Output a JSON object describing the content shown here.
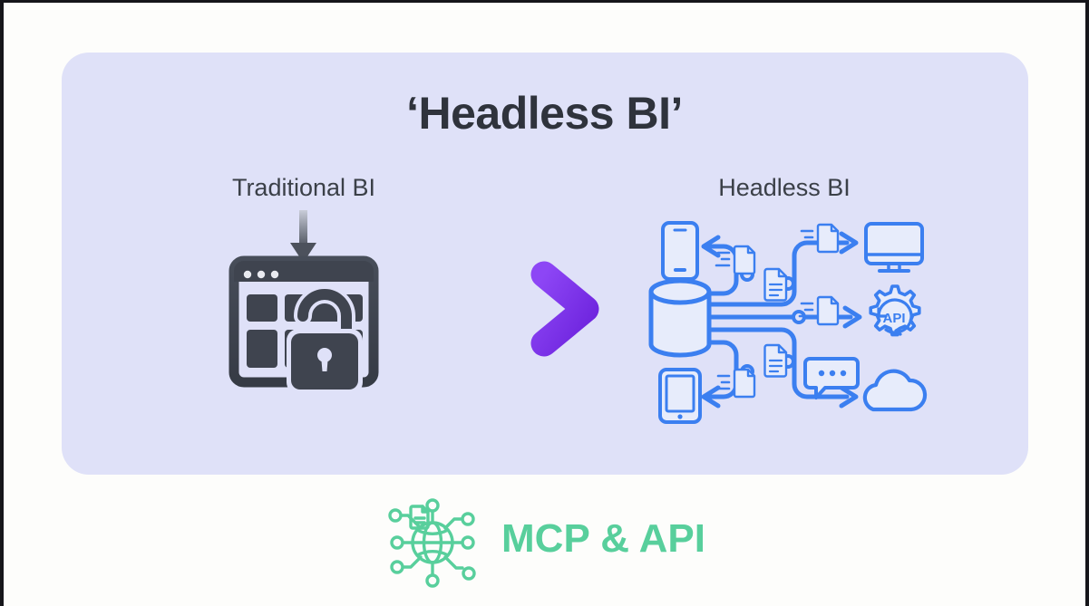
{
  "slide": {
    "title": "‘Headless BI’",
    "background_color": "#fdfdfb",
    "panel_color": "#dfe1f8"
  },
  "columns": {
    "left_label": "Traditional BI",
    "right_label": "Headless BI"
  },
  "left_diagram": {
    "down_arrow_icon": "down-arrow-icon",
    "icon": "locked-dashboard-icon",
    "icon_color": "#3f444f",
    "description": "Browser dashboard window with padlock"
  },
  "transition": {
    "arrow_icon": "right-arrow-icon",
    "arrow_color": "#7b35ea"
  },
  "right_diagram": {
    "line_color": "#3b7ff0",
    "source_node": "database-cylinder-icon",
    "port_count": 5,
    "outputs": [
      {
        "name": "phone-icon",
        "label": "Mobile phone",
        "direction": "left"
      },
      {
        "name": "tablet-icon",
        "label": "Tablet",
        "direction": "left"
      },
      {
        "name": "monitor-icon",
        "label": "Desktop monitor",
        "direction": "right"
      },
      {
        "name": "api-gear-icon",
        "label": "API",
        "text": "API",
        "direction": "right"
      },
      {
        "name": "cloud-icon",
        "label": "Cloud",
        "direction": "right"
      }
    ],
    "flow_icons": [
      "document-icon",
      "document-motion-icon",
      "chat-bubble-icon"
    ]
  },
  "footer": {
    "icon": "mcp-network-globe-icon",
    "icon_color": "#58cf9c",
    "label": "MCP & API",
    "label_color": "#58cf9c"
  }
}
